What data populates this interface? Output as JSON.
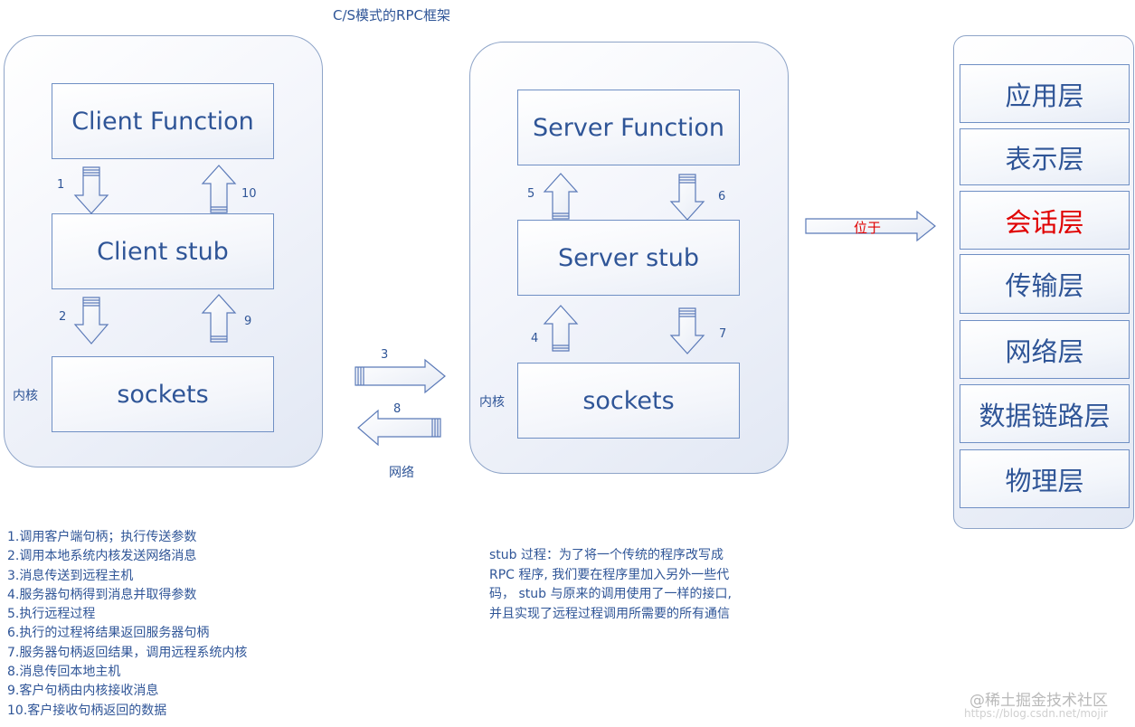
{
  "title": "C/S模式的RPC框架",
  "client": {
    "function_label": "Client Function",
    "stub_label": "Client stub",
    "sockets_label": "sockets",
    "kernel_label": "内核"
  },
  "server": {
    "function_label": "Server Function",
    "stub_label": "Server stub",
    "sockets_label": "sockets",
    "kernel_label": "内核"
  },
  "network_label": "网络",
  "located_label": "位于",
  "arrow_numbers": [
    "1",
    "2",
    "3",
    "4",
    "5",
    "6",
    "7",
    "8",
    "9",
    "10"
  ],
  "osi_layers": [
    "应用层",
    "表示层",
    "会话层",
    "传输层",
    "网络层",
    "数据链路层",
    "物理层"
  ],
  "highlight_layer_color": "#e00000",
  "steps": [
    "1.调用客户端句柄；执行传送参数",
    "2.调用本地系统内核发送网络消息",
    "3.消息传送到远程主机",
    "4.服务器句柄得到消息并取得参数",
    "5.执行远程过程",
    "6.执行的过程将结果返回服务器句柄",
    "7.服务器句柄返回结果，调用远程系统内核",
    "8.消息传回本地主机",
    "9.客户句柄由内核接收消息",
    "10.客户接收句柄返回的数据"
  ],
  "stub_note": [
    "stub 过程：为了将一个传统的程序改写成",
    "RPC 程序, 我们要在程序里加入另外一些代",
    "码， stub 与原来的调用使用了一样的接口,",
    "并且实现了远程过程调用所需要的所有通信"
  ],
  "watermark": "@稀土掘金技术社区",
  "watermark_url": "https://blog.csdn.net/mojir"
}
